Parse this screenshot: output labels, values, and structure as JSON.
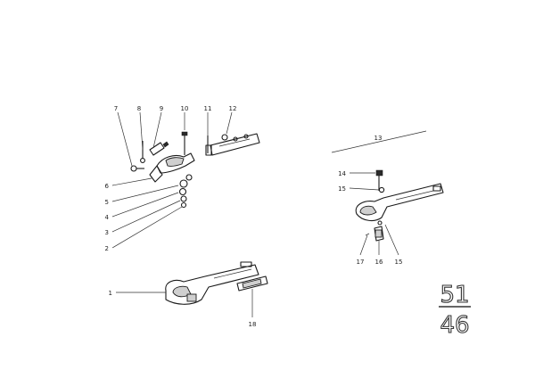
{
  "callouts": {
    "c1": "1",
    "c2": "2",
    "c3": "3",
    "c4": "4",
    "c5": "5",
    "c6": "6",
    "c7": "7",
    "c8": "8",
    "c9": "9",
    "c10": "10",
    "c11": "11",
    "c12": "12",
    "c13": "13",
    "c14": "14",
    "c15a": "15",
    "c15b": "15",
    "c16": "16",
    "c17": "17",
    "c18": "18"
  },
  "page_ref": {
    "top": "51",
    "bottom": "46"
  }
}
